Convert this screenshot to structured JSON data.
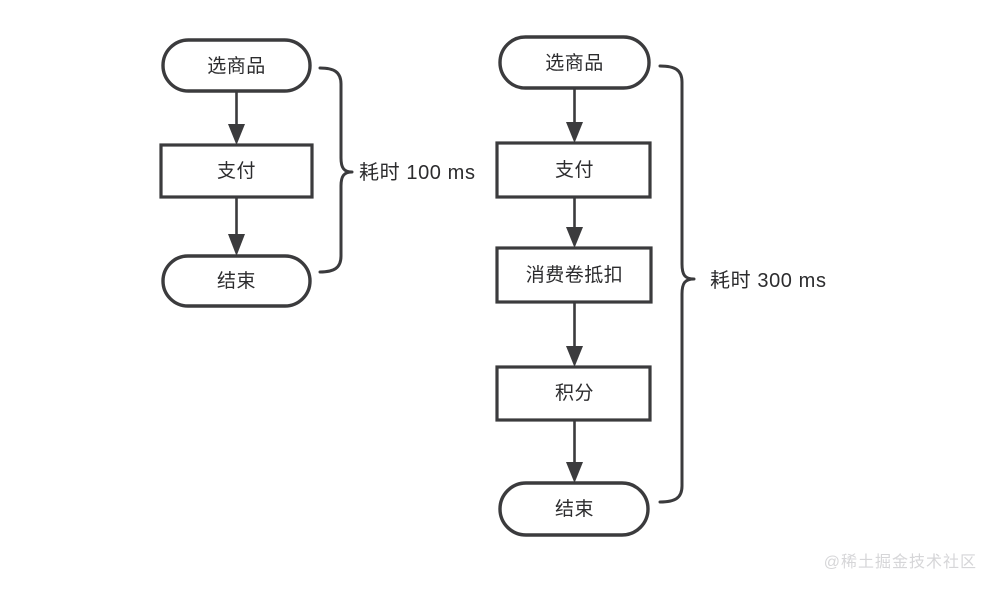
{
  "diagram": {
    "background_color": "#ffffff",
    "stroke_color": "#3b3b3d",
    "text_color": "#2c2c2e",
    "flows": [
      {
        "id": "flow-simple",
        "nodes": [
          {
            "id": "n1",
            "label": "选商品",
            "shape": "stadium"
          },
          {
            "id": "n2",
            "label": "支付",
            "shape": "rect"
          },
          {
            "id": "n3",
            "label": "结束",
            "shape": "stadium"
          }
        ],
        "annotation": {
          "label": "耗时 100 ms",
          "value": 100,
          "unit": "ms"
        }
      },
      {
        "id": "flow-extended",
        "nodes": [
          {
            "id": "m1",
            "label": "选商品",
            "shape": "stadium"
          },
          {
            "id": "m2",
            "label": "支付",
            "shape": "rect"
          },
          {
            "id": "m3",
            "label": "消费卷抵扣",
            "shape": "rect"
          },
          {
            "id": "m4",
            "label": "积分",
            "shape": "rect"
          },
          {
            "id": "m5",
            "label": "结束",
            "shape": "stadium"
          }
        ],
        "annotation": {
          "label": "耗时 300 ms",
          "value": 300,
          "unit": "ms"
        }
      }
    ]
  },
  "watermark": {
    "text": "@稀土掘金技术社区"
  }
}
